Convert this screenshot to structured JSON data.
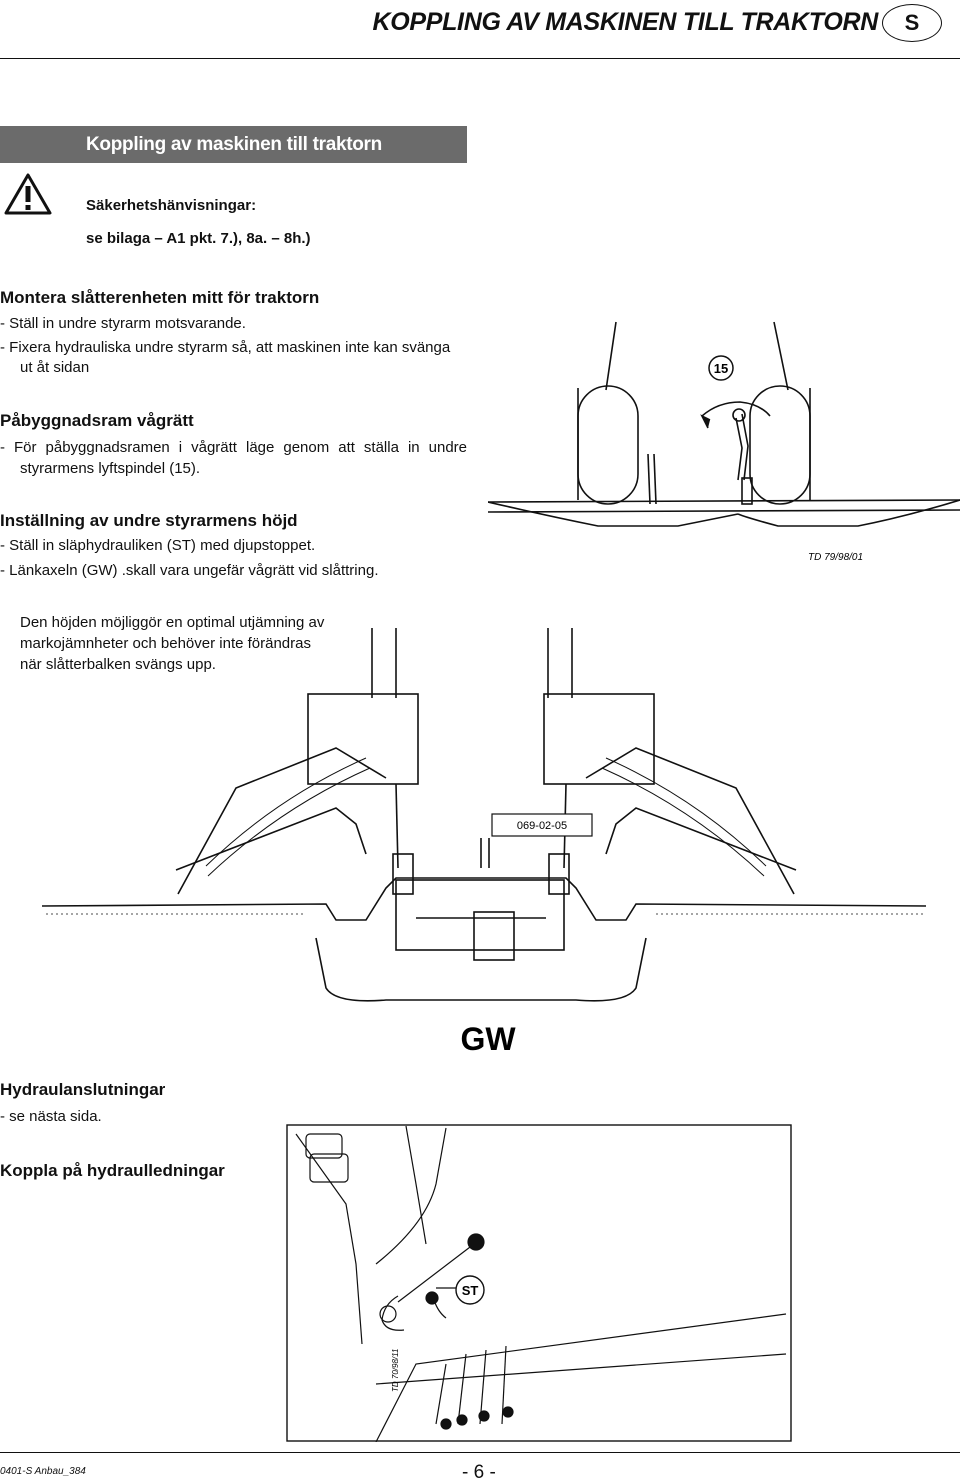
{
  "header": {
    "title": "KOPPLING AV MASKINEN TILL TRAKTORN",
    "lang": "S"
  },
  "banner": "Koppling av maskinen till traktorn",
  "safety": {
    "label": "Säkerhetshänvisningar:",
    "ref": "se bilaga – A1 pkt. 7.), 8a. – 8h.)"
  },
  "s1": {
    "heading": "Montera slåtterenheten mitt för traktorn",
    "item1": "-  Ställ in undre styrarm motsvarande.",
    "item2a": "-  Fixera hydrauliska undre styrarm så, att maskinen inte kan svänga",
    "item2b": "ut åt sidan"
  },
  "s2": {
    "heading": "Påbyggnadsram vågrätt",
    "item1a": "-  För påbyggnadsramen i vågrätt läge genom att ställa in undre",
    "item1b": "styrarmens lyftspindel (15)."
  },
  "s3": {
    "heading": "Inställning av undre styrarmens höjd",
    "item1": "-  Ställ in släphydrauliken (ST) med djupstoppet.",
    "item2": "-  Länkaxeln (GW) .skall vara ungefär vågrätt vid slåttring."
  },
  "p4": {
    "line1": "Den höjden möjliggör en optimal utjämning av",
    "line2": "markojämnheter och behöver inte förändras",
    "line3": "när slåtterbalken svängs upp."
  },
  "s5": {
    "heading": "Hydraulanslutningar",
    "item1": "-  se nästa sida."
  },
  "s6": {
    "heading": "Koppla på hydraulledningar"
  },
  "fig1": {
    "callout": "15",
    "code": "TD 79/98/01"
  },
  "fig2": {
    "code": "069-02-05",
    "label": "GW"
  },
  "fig3": {
    "callout": "ST",
    "code": "TD 70/98/11"
  },
  "footer": {
    "doc_code": "0401-S Anbau_384",
    "page": "- 6 -"
  }
}
